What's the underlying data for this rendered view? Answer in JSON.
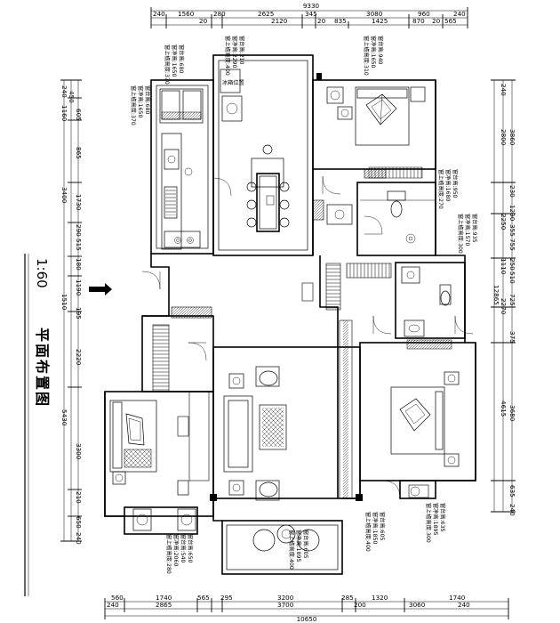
{
  "title": "平面布置图",
  "scale": "1:60",
  "dims": {
    "total_top": "9330",
    "total_bottom": "10650",
    "top_row1": [
      "240",
      "1560",
      "280",
      "2625",
      "345",
      "3080",
      "960",
      "240"
    ],
    "top_row2": [
      "20",
      "2120",
      "20",
      "835",
      "1425",
      "870",
      "20",
      "565"
    ],
    "bottom_row1": [
      "560",
      "1740",
      "565",
      "295",
      "3200",
      "285",
      "1320",
      "1740"
    ],
    "bottom_row2": [
      "240",
      "2865",
      "3700",
      "200",
      "3060",
      "240"
    ],
    "left": [
      "240",
      "450",
      "605",
      "1160",
      "865",
      "3400",
      "1730",
      "290",
      "515",
      "180",
      "1190",
      "1510",
      "195",
      "2220",
      "5430",
      "3300",
      "210",
      "650",
      "240"
    ],
    "right": [
      "240",
      "2800",
      "3860",
      "2250",
      "230",
      "1290",
      "355",
      "755",
      "250",
      "1110",
      "12865",
      "510",
      "725",
      "375",
      "2270",
      "4615",
      "3680",
      "635",
      "240"
    ]
  },
  "notes": {
    "kitchen": [
      "窗上檐高度:370",
      "窗净高:1650",
      "窗台高:680"
    ],
    "kitchen_top": [
      "窗上檐高度:400",
      "窗净高:2290",
      "窗台高:210"
    ],
    "bedroom1": [
      "窗上檐高度:310",
      "窗净高:1650",
      "窗台高:940"
    ],
    "bath1": [
      "窗上檐高度:270",
      "窗净高:1680",
      "窗台高:950"
    ],
    "bath2": [
      "窗上檐高度:300",
      "窗净高:1570",
      "窗台高:935"
    ],
    "balcony_left": [
      "窗上檐高度:280",
      "窗净高:2060",
      "窗台高:540",
      "窗台高:650"
    ],
    "living": [
      "窗上檐高度:400",
      "窗净高:1895",
      "窗台高:605"
    ],
    "bedroom2": [
      "窗上檐高度:400",
      "窗净高:1850",
      "窗台高:605"
    ],
    "bedroom3": [
      "窗上檐高度:300",
      "窗净高:1895",
      "窗台高:635"
    ]
  },
  "fridge_label": "冰箱位置"
}
